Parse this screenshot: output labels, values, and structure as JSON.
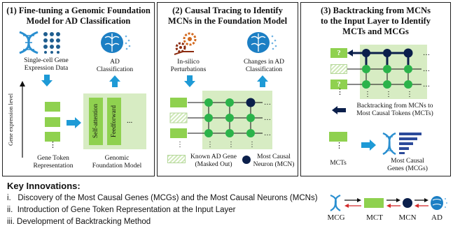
{
  "panel1": {
    "title_line1": "(1) Fine-tuning a Genomic Foundation",
    "title_line2": "Model for AD Classification",
    "caption_sc": "Single-cell Gene\nExpression Data",
    "caption_ad": "AD\nClassification",
    "axis_label": "Gene expression level",
    "self_attention": "Self-attention",
    "feedforward": "Feedforward",
    "ellipsis": "...",
    "caption_tokens": "Gene Token\nRepresentation",
    "caption_model": "Genomic\nFoundation Model"
  },
  "panel2": {
    "title_line1": "(2) Causal Tracing to Identify",
    "title_line2": "MCNs in the Foundation Model",
    "caption_perturb": "In-silico\nPerturbations",
    "caption_changes": "Changes in AD\nClassification",
    "legend_known": "Known AD Gene\n(Masked Out)",
    "legend_mcn": "Most Causal\nNeuron (MCN)"
  },
  "panel3": {
    "title_line1": "(3) Backtracking from MCNs",
    "title_line2": "to the Input Layer to Identify",
    "title_line3": "MCTs and MCGs",
    "q": "?",
    "caption_back": "Backtracking from MCNs to\nMost Causal Tokens (MCTs)",
    "caption_mcts": "MCTs",
    "caption_mcgs": "Most Causal\nGenes (MCGs)"
  },
  "innovations": {
    "title": "Key Innovations:",
    "items": [
      "i.   Discovery of the Most Causal Genes (MCGs) and the Most Causal Neurons (MCNs)",
      "ii.  Introduction of Gene Token Representation at the Input Layer",
      "iii. Development of Backtracking Method"
    ]
  },
  "legend_chain": [
    "MCG",
    "MCT",
    "MCN",
    "AD"
  ],
  "colors": {
    "green": "#8fd14f",
    "pale_green": "#d7ecc3",
    "blue_arrow": "#1e9ad6",
    "navy": "#0b1f4b",
    "red": "#d42a2a"
  }
}
